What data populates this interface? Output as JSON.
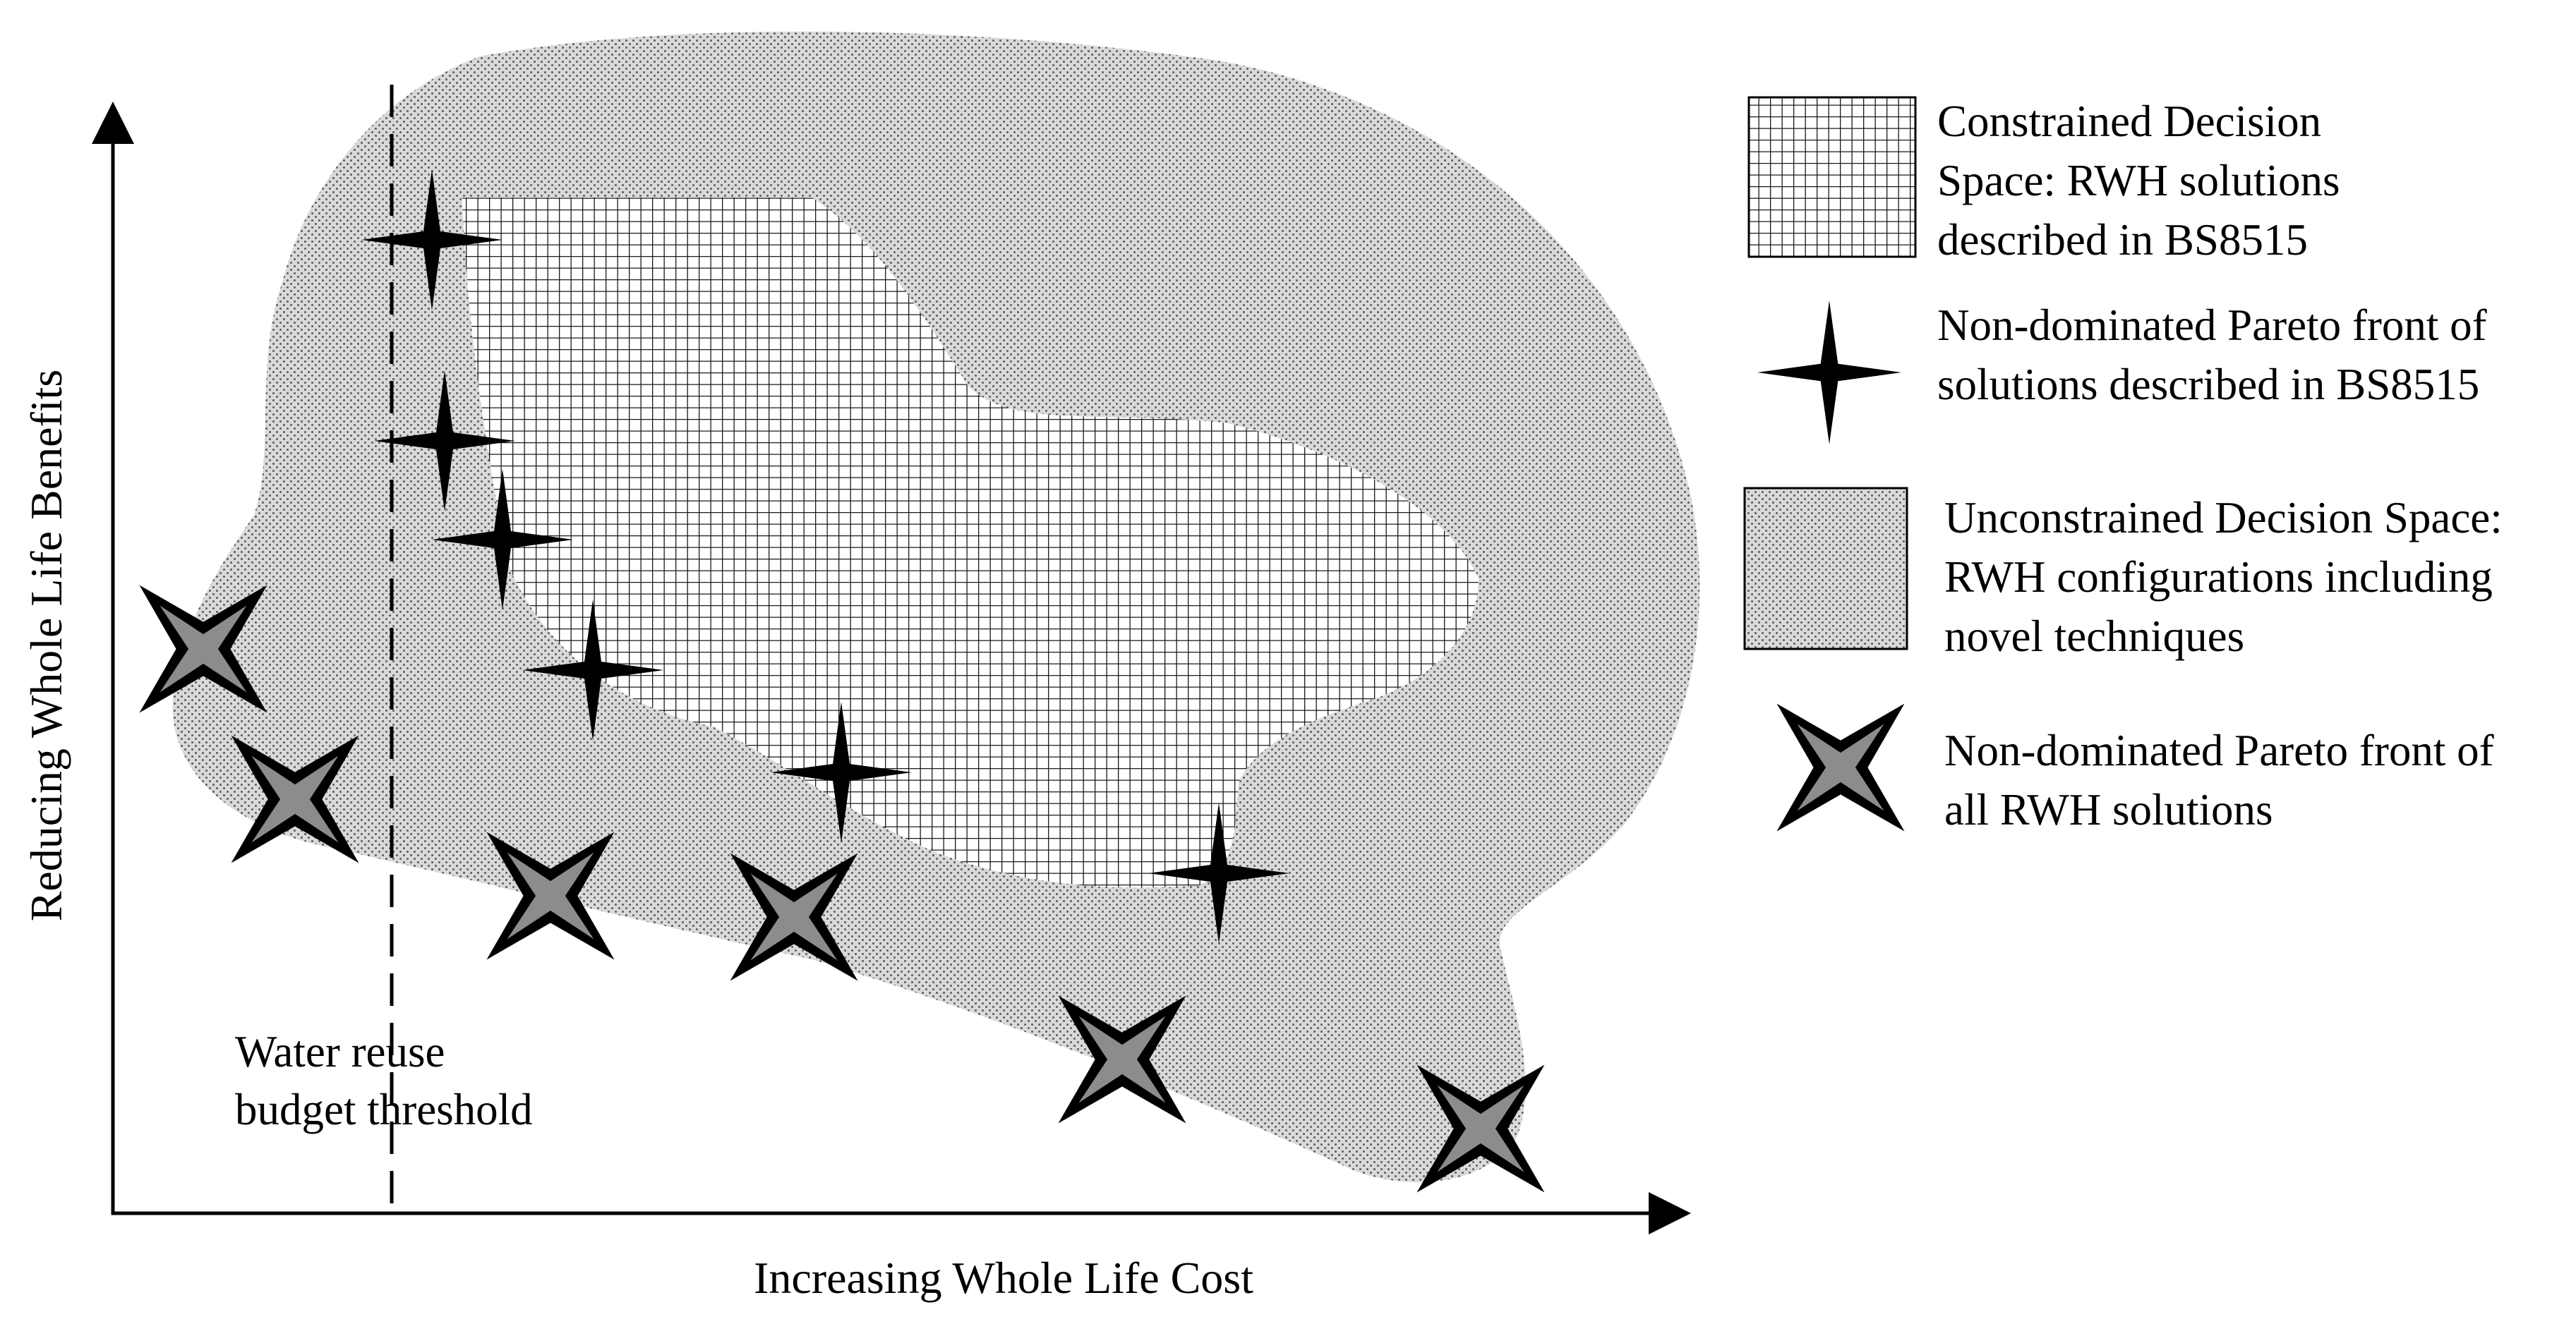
{
  "axes": {
    "x_label": "Increasing Whole Life Cost",
    "y_label": "Reducing Whole Life Benefits"
  },
  "threshold": {
    "label_line1": "Water reuse",
    "label_line2": "budget threshold"
  },
  "legend": {
    "constrained": {
      "line1": "Constrained Decision",
      "line2": "Space: RWH solutions",
      "line3": "described in BS8515"
    },
    "bs8515_front": {
      "line1": "Non-dominated Pareto front of",
      "line2": "solutions described in BS8515"
    },
    "unconstrained": {
      "line1": "Unconstrained Decision Space:",
      "line2": "RWH configurations including",
      "line3": "novel techniques"
    },
    "all_front": {
      "line1": "Non-dominated Pareto front of",
      "line2": "all RWH solutions"
    }
  },
  "colors": {
    "dot_region": "#d9d9d9",
    "dot": "#5a5a5a",
    "grid_line": "#1a1a1a",
    "black_star": "#000000",
    "grey_star_fill": "#8c8c8c"
  }
}
